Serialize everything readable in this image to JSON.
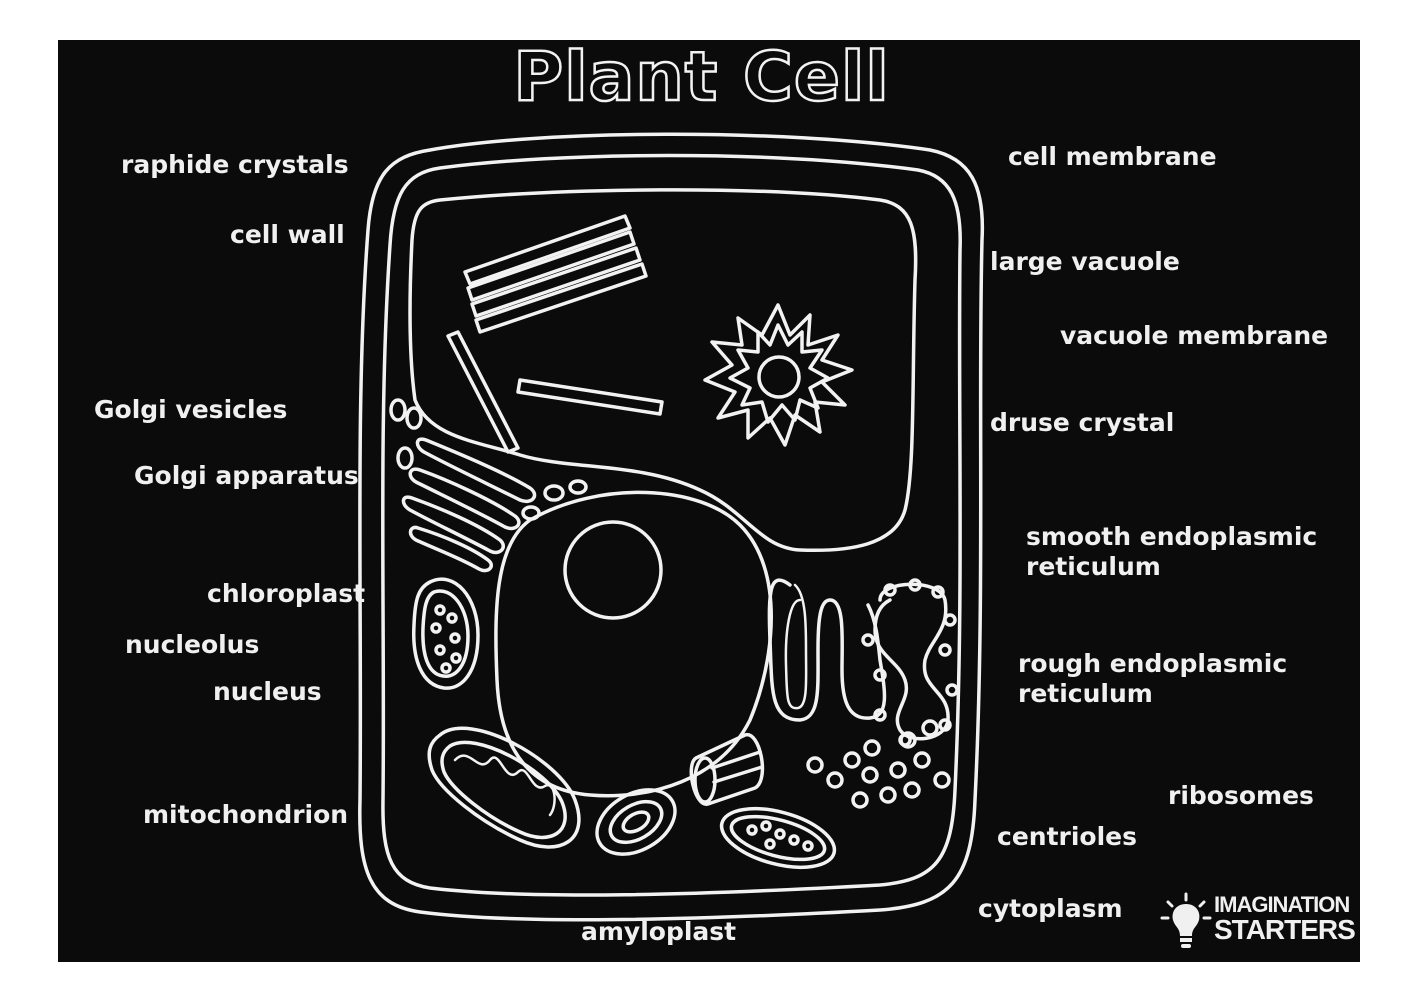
{
  "title": "Plant Cell",
  "labels": {
    "raphide_crystals": "raphide crystals",
    "cell_wall": "cell wall",
    "golgi_vesicles": "Golgi vesicles",
    "golgi_apparatus": "Golgi apparatus",
    "chloroplast": "chloroplast",
    "nucleolus": "nucleolus",
    "nucleus": "nucleus",
    "mitochondrion": "mitochondrion",
    "amyloplast": "amyloplast",
    "cell_membrane": "cell membrane",
    "large_vacuole": "large vacuole",
    "vacuole_membrane": "vacuole membrane",
    "druse_crystal": "druse crystal",
    "smooth_er_line1": "smooth endoplasmic",
    "smooth_er_line2": "reticulum",
    "rough_er_line1": "rough endoplasmic",
    "rough_er_line2": "reticulum",
    "ribosomes": "ribosomes",
    "centrioles": "centrioles",
    "cytoplasm": "cytoplasm"
  },
  "logo": {
    "line1": "IMAGINATION",
    "line2": "STARTERS",
    "icon": "lightbulb-icon"
  },
  "colors": {
    "background": "#0b0b0b",
    "line": "#f2f2f2"
  }
}
